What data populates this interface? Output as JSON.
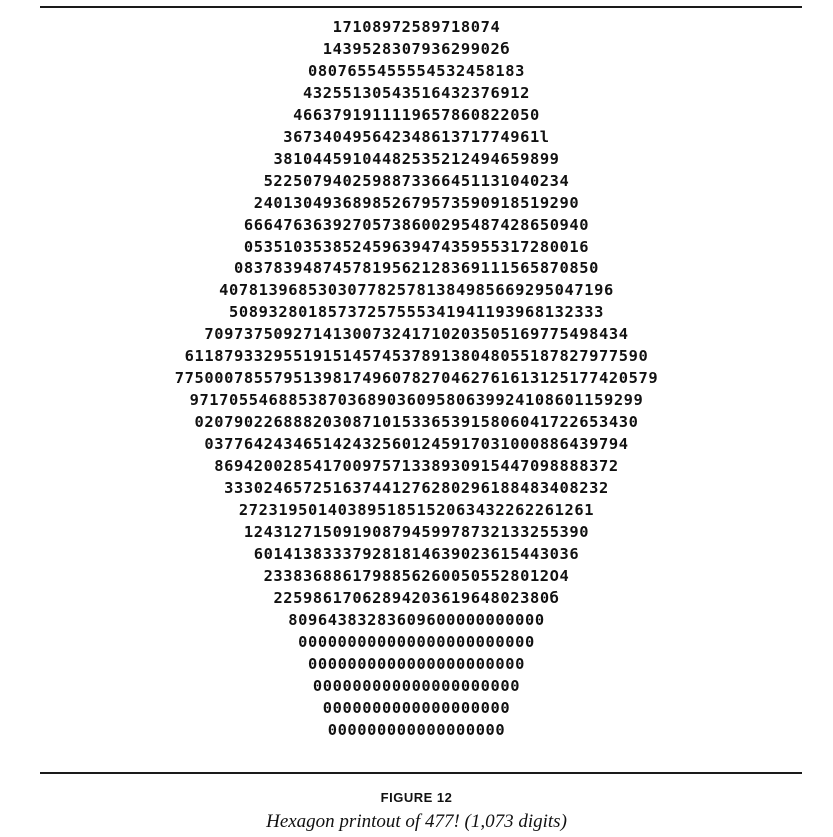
{
  "figure": {
    "label": "FIGURE 12",
    "caption": "Hexagon printout of 477! (1,073 digits)"
  },
  "rows": [
    "17108972589718074",
    "143952830793629902б",
    "0807655455554532458183",
    "43255130543516432376912",
    "4663791911119657860822050",
    "36734049564234861371774961l",
    "38104459104482535212494659899",
    "52250794025988733664511310402З4",
    "240130493689852679573590918519290",
    "66647636392705738600295487428650940",
    "05351035385245963947435955317280016",
    "0837839487457819562128369111565870850",
    "4078139685303077825781384985669295047196",
    "50893280185737257555341941193968132333",
    "7097375092714130073241710203505169775498434",
    "61187933295519151457453789138048055187827977590",
    "7750007855795139817496078270462761613125177420579",
    "9717055468853870368903609580639924108601159299",
    "020790226888203087101533653915806041722653430",
    "0377642434651424325601245917031000886439794",
    "86942002854170097571338930915447098888372",
    "333024657251637441276280296188483408232",
    "272319501403895185152063432262261261",
    "12431271509190879459978732133255390",
    "601413833379281814639023615443036",
    "23383688617988562600505528012О4",
    "2259861706289420361964802380б",
    "80964383283609600000000000",
    "000000000000000000000000",
    "0000000000000000000000",
    "000000000000000000000",
    "0000000000000000000",
    "000000000000000000"
  ]
}
